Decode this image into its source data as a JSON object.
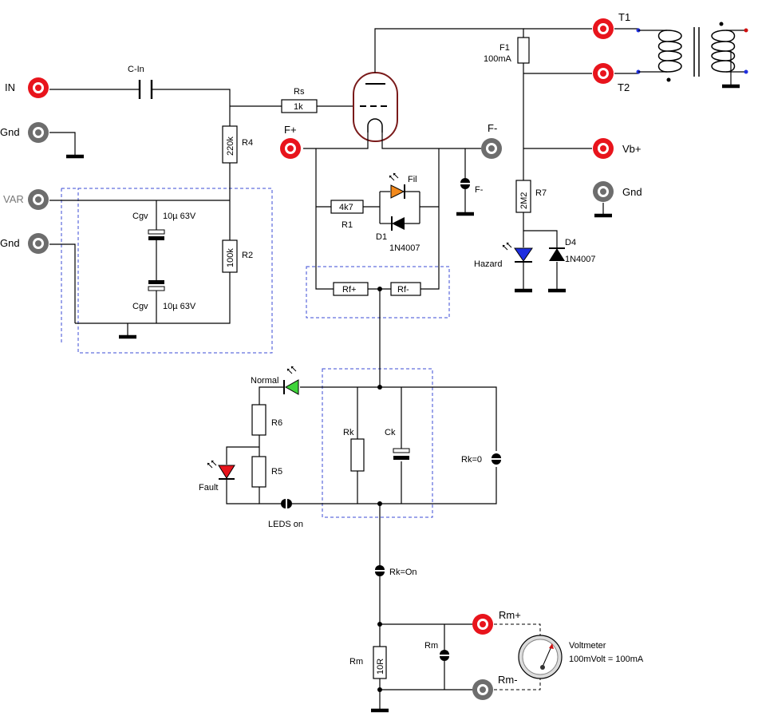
{
  "labels": {
    "in": "IN",
    "gnd_top": "Gnd",
    "var": "VAR",
    "gnd_var": "Gnd",
    "c_in": "C-In",
    "rs": "Rs",
    "rs_val": "1k",
    "r4": "R4",
    "r4_val": "220k",
    "r2": "R2",
    "r2_val": "100k",
    "cgv_top": "Cgv",
    "cgv_top_val": "10µ 63V",
    "cgv_bot": "Cgv",
    "cgv_bot_val": "10µ 63V",
    "f_plus": "F+",
    "f_minus": "F-",
    "f_minus_small": "F-",
    "r1": "R1",
    "r1_val": "4k7",
    "fil": "Fil",
    "d1": "D1",
    "d1_val": "1N4007",
    "rf_plus": "Rf+",
    "rf_minus": "Rf-",
    "f1": "F1",
    "f1_val": "100mA",
    "t1": "T1",
    "t2": "T2",
    "vb_plus": "Vb+",
    "gnd_right": "Gnd",
    "r7": "R7",
    "r7_val": "2M2",
    "hazard": "Hazard",
    "d4": "D4",
    "d4_val": "1N4007",
    "normal": "Normal",
    "r6": "R6",
    "r5": "R5",
    "fault": "Fault",
    "leds_on": "LEDS on",
    "rk": "Rk",
    "ck": "Ck",
    "rk0": "Rk=0",
    "rk_on": "Rk=On",
    "rm_res": "Rm",
    "rm_val": "10R",
    "rm_sw": "Rm",
    "rm_plus": "Rm+",
    "rm_minus": "Rm-",
    "voltmeter": "Voltmeter",
    "voltmeter_scale": "100mVolt = 100mA"
  },
  "colors": {
    "jack_red": "#e8141c",
    "jack_gray": "#6d6d6d",
    "tube": "#7a1a1a",
    "led_orange": "#f2891c",
    "led_green": "#3ed43a",
    "led_blue": "#1e2ee0",
    "led_red": "#e8141c",
    "dashed_box": "#3b4bd6",
    "terminal_dot_blue": "#2030e0",
    "terminal_dot_red": "#d01010"
  }
}
